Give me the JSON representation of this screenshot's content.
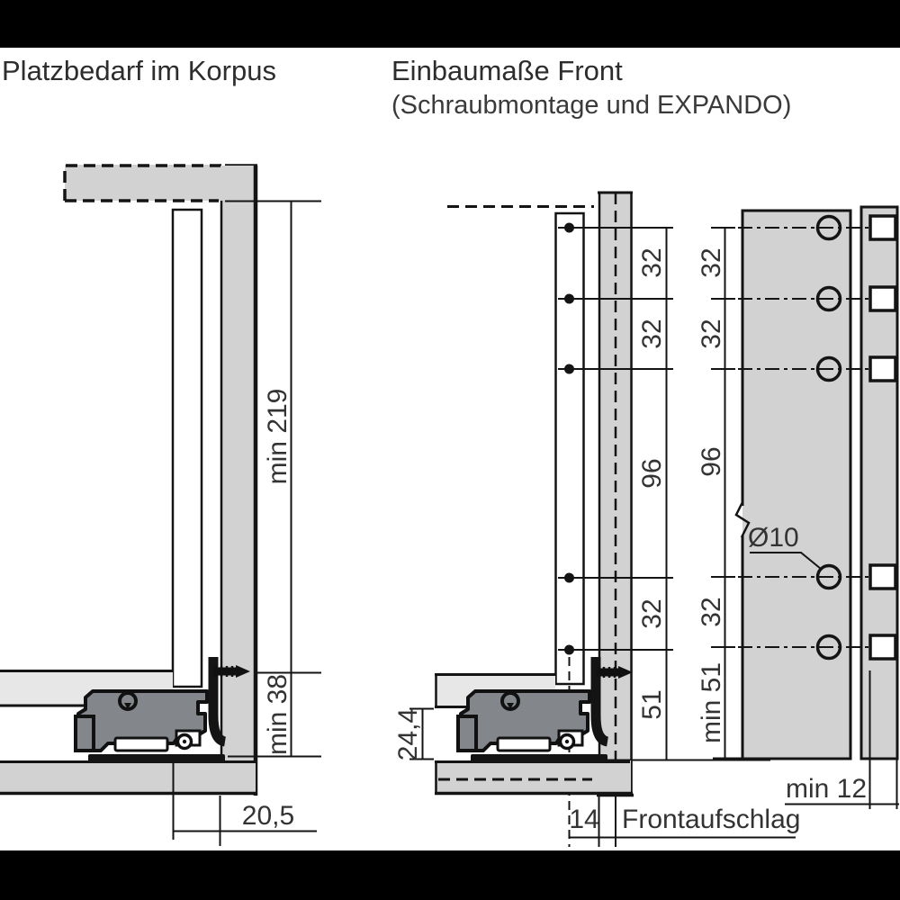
{
  "titles": {
    "left": "Platzbedarf im Korpus",
    "right": "Einbaumaße Front",
    "right_sub": "(Schraubmontage und EXPANDO)"
  },
  "left_diagram": {
    "dim_depth": "min 219",
    "dim_bottom_clearance": "min 38",
    "dim_front_gap": "20,5"
  },
  "middle_diagram": {
    "dim_32a": "32",
    "dim_32b": "32",
    "dim_96": "96",
    "dim_32c": "32",
    "dim_51": "51",
    "dim_runner_height": "24,4",
    "dim_screw_inset": "14",
    "label_overlay": "Frontaufschlag"
  },
  "right_diagram": {
    "dim_32a": "32",
    "dim_32b": "32",
    "dim_96": "96",
    "dim_32c": "32",
    "dim_min51": "min 51",
    "dim_hole_diameter": "Ø10",
    "dim_min12": "min 12"
  },
  "colors": {
    "panel_gray": "#d2d2d2",
    "board_light_gray": "#e7e7e7",
    "mechanism_gray": "#83878b",
    "line_dark": "#141414",
    "text_gray": "#333333",
    "frame_black": "#000000"
  }
}
